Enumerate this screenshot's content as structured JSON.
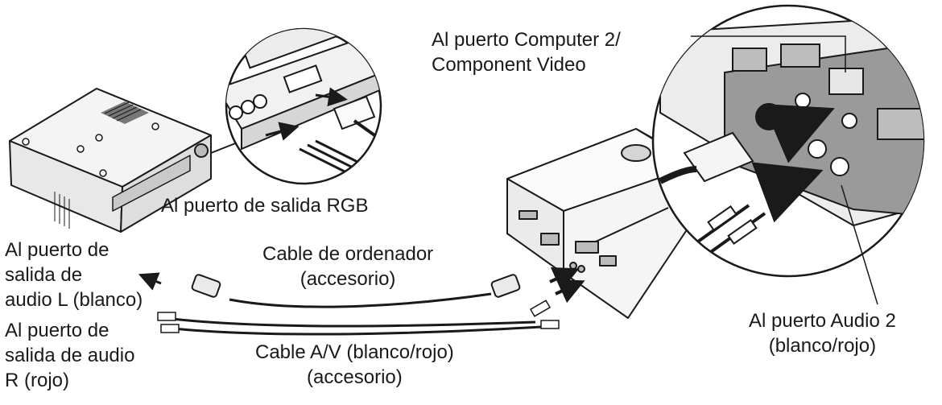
{
  "labels": {
    "computer_port": "Al puerto Computer 2/\nComponent Video",
    "rgb_out": "Al puerto de salida RGB",
    "audio_left": "Al puerto de\nsalida de\naudio L (blanco)",
    "audio_right": "Al puerto de\nsalida de audio\nR (rojo)",
    "computer_cable": "Cable de ordenador\n(accesorio)",
    "av_cable": "Cable A/V (blanco/rojo)\n(accesorio)",
    "audio_port": "Al puerto Audio 2\n(blanco/rojo)"
  },
  "colors": {
    "line": "#1a1a1a",
    "panel_gray": "#9a9a9a",
    "body_light": "#f2f2f2"
  }
}
